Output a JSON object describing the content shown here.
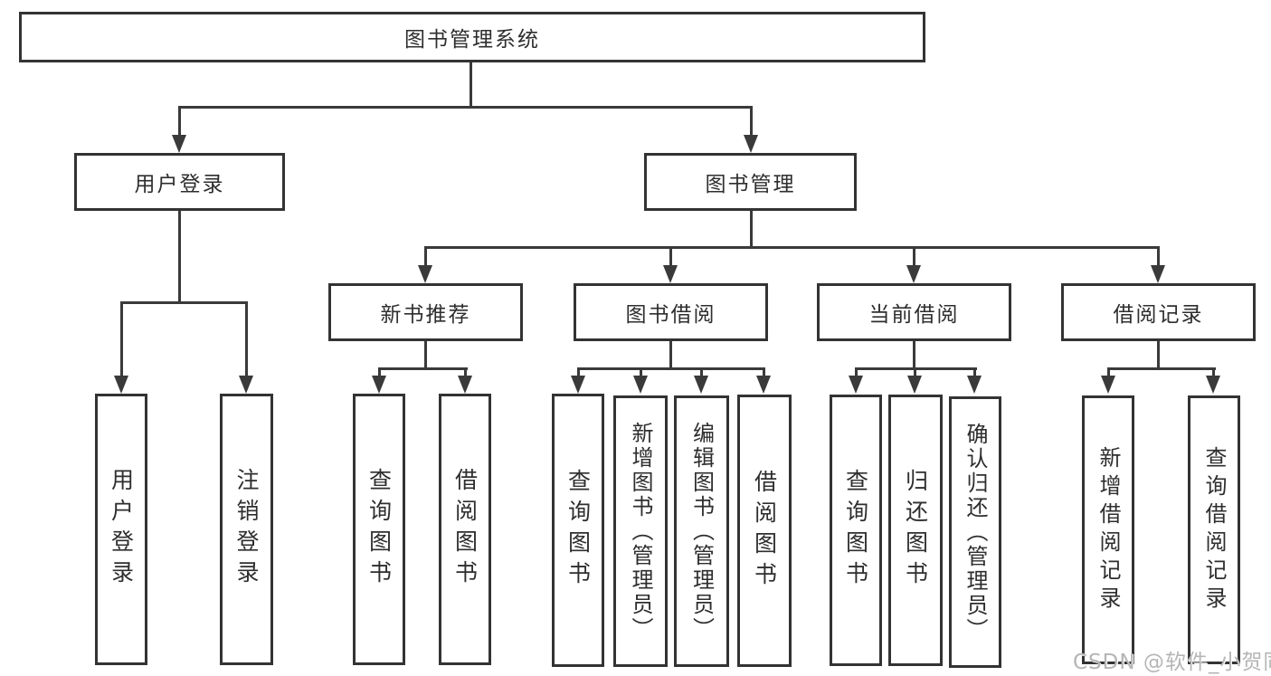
{
  "diagram": {
    "title": "图书管理系统",
    "root": {
      "label": "图书管理系统"
    },
    "level2": [
      {
        "id": "user-login",
        "label": "用户登录",
        "parent": "图书管理系统"
      },
      {
        "id": "book-management",
        "label": "图书管理",
        "parent": "图书管理系统"
      }
    ],
    "level3": [
      {
        "id": "new-book-recommend",
        "label": "新书推荐",
        "parent": "图书管理"
      },
      {
        "id": "book-borrowing",
        "label": "图书借阅",
        "parent": "图书管理"
      },
      {
        "id": "current-borrowing",
        "label": "当前借阅",
        "parent": "图书管理"
      },
      {
        "id": "borrowing-records",
        "label": "借阅记录",
        "parent": "图书管理"
      }
    ],
    "leaves": [
      {
        "id": "leaf-user-login",
        "label": "用户登录",
        "parent": "用户登录"
      },
      {
        "id": "leaf-logout",
        "label": "注销登录",
        "parent": "用户登录"
      },
      {
        "id": "leaf-query-books-1",
        "label": "查询图书",
        "parent": "新书推荐"
      },
      {
        "id": "leaf-borrow-books-1",
        "label": "借阅图书",
        "parent": "新书推荐"
      },
      {
        "id": "leaf-query-books-2",
        "label": "查询图书",
        "parent": "图书借阅"
      },
      {
        "id": "leaf-add-books",
        "label": "新增图书（管理员）",
        "parent": "图书借阅"
      },
      {
        "id": "leaf-edit-books",
        "label": "编辑图书（管理员）",
        "parent": "图书借阅"
      },
      {
        "id": "leaf-borrow-books-2",
        "label": "借阅图书",
        "parent": "图书借阅"
      },
      {
        "id": "leaf-query-books-3",
        "label": "查询图书",
        "parent": "当前借阅"
      },
      {
        "id": "leaf-return-books",
        "label": "归还图书",
        "parent": "当前借阅"
      },
      {
        "id": "leaf-confirm-return",
        "label": "确认归还（管理员）",
        "parent": "当前借阅"
      },
      {
        "id": "leaf-add-borrow-record",
        "label": "新增借阅记录",
        "parent": "借阅记录"
      },
      {
        "id": "leaf-query-borrow-record",
        "label": "查询借阅记录",
        "parent": "借阅记录"
      }
    ],
    "watermark": "CSDN @软件_小贺同学"
  },
  "colors": {
    "line": "#3a3a3a",
    "border": "#333333",
    "text": "#2e2e2e",
    "background": "#ffffff",
    "watermark": "#b5b5b5"
  }
}
